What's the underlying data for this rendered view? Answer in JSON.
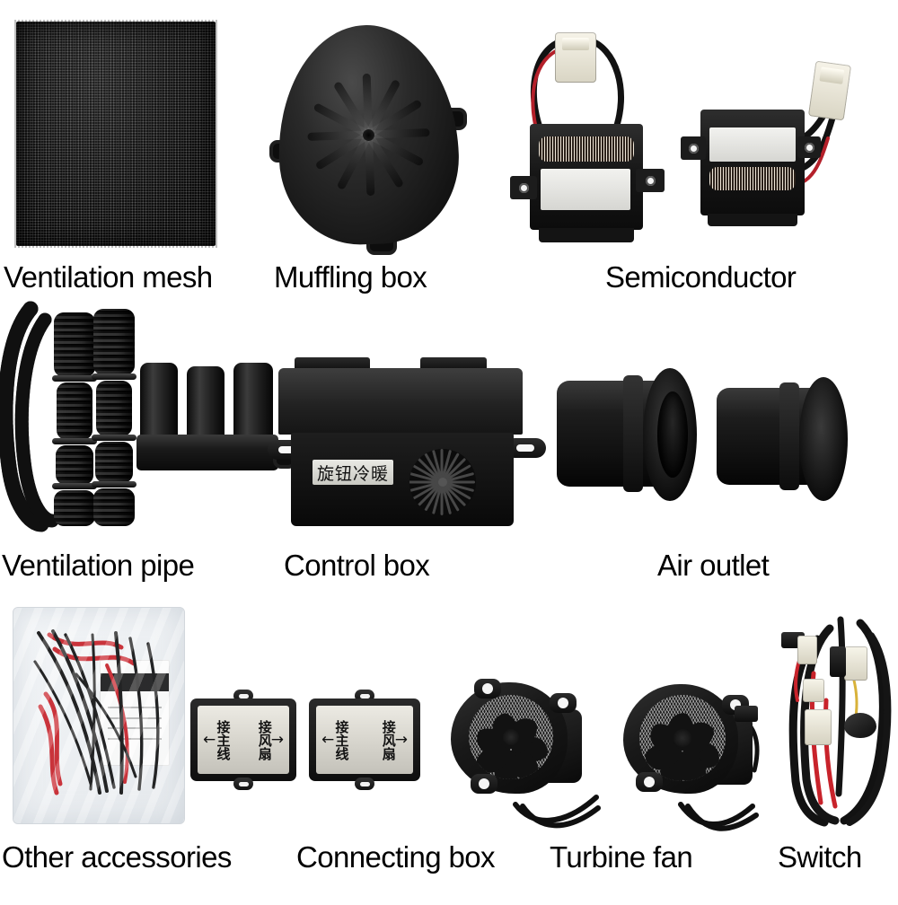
{
  "page": {
    "background_color": "#ffffff",
    "layout": "product component grid, 3 rows with captions beneath each row"
  },
  "rows": [
    {
      "row_index": 1,
      "items": [
        {
          "id": "ventilation-mesh",
          "label": "Ventilation mesh",
          "description": "black woven mesh sheet"
        },
        {
          "id": "muffling-box",
          "label": "Muffling box",
          "description": "teardrop shaped black plastic cover with radial petal grooves and two mounting tabs"
        },
        {
          "id": "semiconductor",
          "label": "Semiconductor",
          "description": "two semiconductor heater modules with white connectors, red and black wires, finned element and white panel"
        }
      ]
    },
    {
      "row_index": 2,
      "items": [
        {
          "id": "ventilation-pipe",
          "label": "Ventilation pipe",
          "description": "coiled corrugated hose and two ribbed flexible ducts"
        },
        {
          "id": "control-box",
          "label": "Control box",
          "description": "black control module with radial vent grille, silver Chinese label and two mounting ears"
        },
        {
          "id": "air-outlet",
          "label": "Air outlet",
          "description": "two black rubber air outlet nozzles with flared flange"
        }
      ]
    },
    {
      "row_index": 3,
      "items": [
        {
          "id": "other-accessories",
          "label": "Other accessories",
          "description": "clear poly bag containing red and black wiring, cable ties and a manual"
        },
        {
          "id": "connecting-box",
          "label": "Connecting box",
          "description": "two junction boxes with silver faceplates and Chinese arrow markings"
        },
        {
          "id": "turbine-fan",
          "label": "Turbine fan",
          "description": "two blower fans with curved impeller blades behind mesh screens, scroll housings and lead wires"
        },
        {
          "id": "switch",
          "label": "Switch",
          "description": "wiring harness with white and black connectors, red and black leads and a rotary switch"
        }
      ]
    }
  ],
  "markings": {
    "control_box_label": "旋钮冷暖",
    "connecting_box": {
      "left_arrow": "←",
      "left_text": "接主线",
      "right_text": "接风扇",
      "right_arrow": "→"
    }
  },
  "colors": {
    "background": "#ffffff",
    "caption_text": "#000000",
    "part_black": "#141414",
    "label_plate": "#e9e9e4",
    "wire_red": "#c8232b",
    "wire_black": "#0d0d0d",
    "connector_white": "#f2efe2"
  }
}
